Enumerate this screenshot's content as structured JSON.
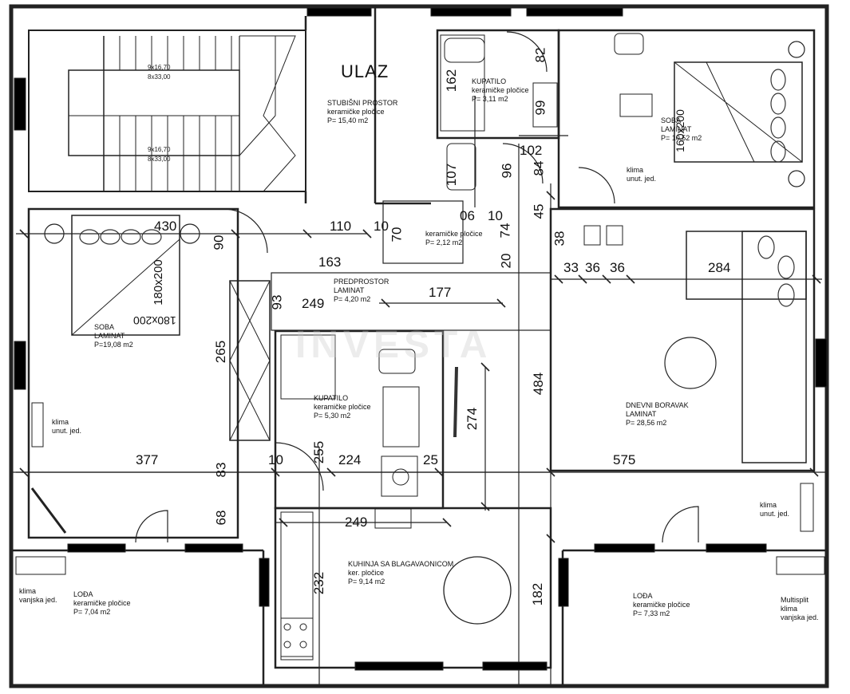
{
  "entrance": {
    "title": "ULAZ"
  },
  "watermark": "INVESTA",
  "stairs": {
    "step1": "9x16,70",
    "step2": "8x33,00",
    "step3": "9x16,70",
    "step4": "8x33,00"
  },
  "rooms": [
    {
      "key": "stair",
      "name": "STUBIŠNI PROSTOR",
      "floor": "keramičke pločice",
      "area": "P= 15,40 m2"
    },
    {
      "key": "bath1",
      "name": "KUPATILO",
      "floor": "keramičke pločice",
      "area": "P= 3,11 m2"
    },
    {
      "key": "bedroom2",
      "name": "SOBA",
      "floor": "LAMINAT",
      "area": "P= 10,52 m2"
    },
    {
      "key": "wc",
      "name": "",
      "floor": "keramičke pločice",
      "area": "P= 2,12 m2"
    },
    {
      "key": "bedroom1",
      "name": "SOBA",
      "floor": "LAMINAT",
      "area": "P=19,08 m2"
    },
    {
      "key": "hall",
      "name": "PREDPROSTOR",
      "floor": "LAMINAT",
      "area": "P= 4,20 m2"
    },
    {
      "key": "bath2",
      "name": "KUPATILO",
      "floor": "keramičke pločice",
      "area": "P= 5,30 m2"
    },
    {
      "key": "living",
      "name": "DNEVNI BORAVAK",
      "floor": "LAMINAT",
      "area": "P= 28,56 m2"
    },
    {
      "key": "kitchen",
      "name": "KUHINJA SA BLAGAVAONICOM",
      "floor": "ker. pločice",
      "area": "P= 9,14 m2"
    },
    {
      "key": "loggia1",
      "name": "LOĐA",
      "floor": "keramičke pločice",
      "area": "P= 7,04 m2"
    },
    {
      "key": "loggia2",
      "name": "LOĐA",
      "floor": "keramičke pločice",
      "area": "P= 7,33 m2"
    }
  ],
  "ac_units": {
    "bedroom2": [
      "klima",
      "unut. jed."
    ],
    "bedroom1": [
      "klima",
      "unut. jed."
    ],
    "living": [
      "klima",
      "unut. jed."
    ],
    "loggia1": [
      "klima",
      "vanjska jed."
    ],
    "loggia2": [
      "Multisplit",
      "klima",
      "vanjska jed."
    ]
  },
  "beds": {
    "bed1": "180x200",
    "bed1b": "180x200",
    "bed2": "160x200"
  },
  "dimensions": {
    "d82": "82",
    "d162": "162",
    "d99": "99",
    "d102": "102",
    "d107": "107",
    "d96": "96",
    "d84": "84",
    "d45": "45",
    "d430": "430",
    "d110": "110",
    "d10a": "10",
    "d70": "70",
    "d06": "06",
    "d10b": "10",
    "d74": "74",
    "d38": "38",
    "d90": "90",
    "d163": "163",
    "d20": "20",
    "d33": "33",
    "d36a": "36",
    "d36b": "36",
    "d284": "284",
    "d93": "93",
    "d249a": "249",
    "d177": "177",
    "d265": "265",
    "d484": "484",
    "d274": "274",
    "d255": "255",
    "d377": "377",
    "d83": "83",
    "d10c": "10",
    "d224": "224",
    "d25": "25",
    "d575": "575",
    "d68": "68",
    "d249b": "249",
    "d232": "232",
    "d182": "182"
  }
}
